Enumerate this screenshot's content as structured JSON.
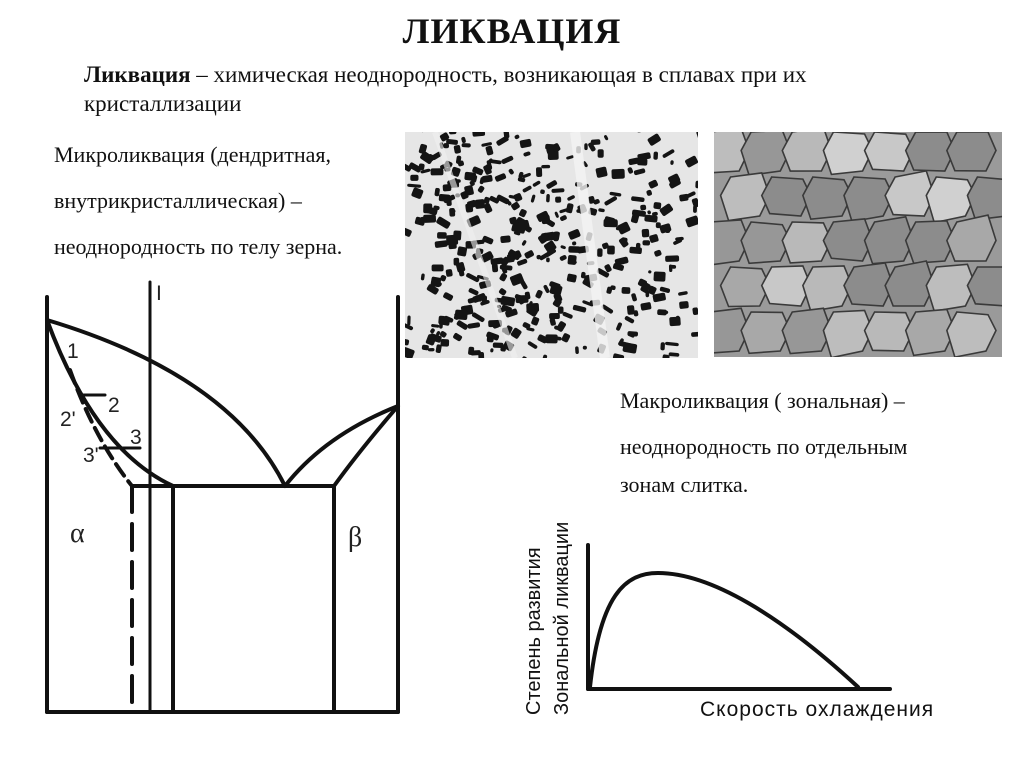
{
  "slide": {
    "title": "ЛИКВАЦИЯ",
    "definition_term": "Ликвация",
    "definition_text": " – химическая неоднородность, возникающая в сплавах при их кристаллизации"
  },
  "micro": {
    "line1": "Микроликвация (дендритная,",
    "line2": "внутрикристаллическая) –",
    "line3": "неоднородность по телу зерна."
  },
  "macro": {
    "line1": "Макроликвация ( зональная) –",
    "line2": "неоднородность по отдельным",
    "line3": "зонам слитка."
  },
  "phase_diagram": {
    "vertical_label": "I",
    "curve_labels": [
      "1",
      "2",
      "2'",
      "3",
      "3'"
    ],
    "phase_alpha": "α",
    "phase_beta": "β"
  },
  "micrographs": {
    "left": "dendritic-micrograph",
    "right": "grain-micrograph"
  },
  "graph": {
    "ylabel_line1": "Степень развития",
    "ylabel_line2": "Зональной ликвации",
    "xlabel": "Скорость охлаждения"
  },
  "colors": {
    "ink": "#111111",
    "micrograph_light": "#e8e8e8",
    "micrograph_grey": "#8f8f8f"
  }
}
